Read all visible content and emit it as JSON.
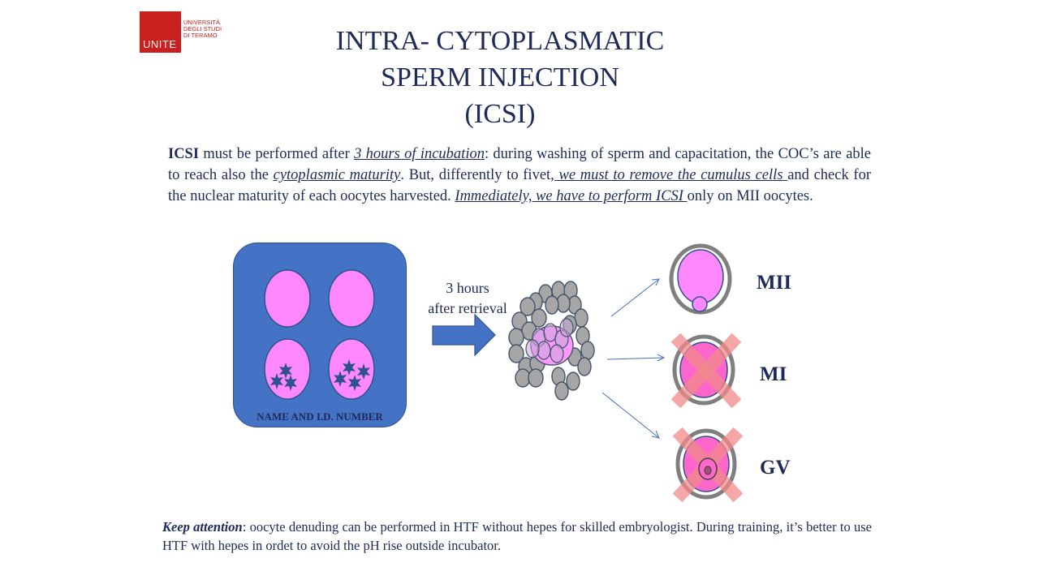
{
  "logo": {
    "short": "UNITE",
    "lines": [
      "UNIVERSITÀ",
      "DEGLI STUDI",
      "DI TERAMO"
    ]
  },
  "title": {
    "line1": "INTRA- CYTOPLASMATIC",
    "line2": "SPERM INJECTION",
    "line3": "(ICSI)"
  },
  "paragraph": {
    "s1": "ICSI",
    "s2": " must be performed after ",
    "s3": "3 hours of incubation",
    "s4": ": during washing of sperm and capacitation, the COC’s are able to reach also the ",
    "s5": "cytoplasmic maturity",
    "s6": ". But, differently to fivet",
    "s7": ", we must to remove the cumulus cells ",
    "s8": "and check for the nuclear maturity of each oocytes harvested. ",
    "s9": "Immediately, we have to perform ICSI ",
    "s10": "only on MII oocytes."
  },
  "dish": {
    "label": "NAME AND I.D. NUMBER"
  },
  "arrow": {
    "line1": "3 hours",
    "line2": "after retrieval"
  },
  "stages": {
    "mii": "MII",
    "mi": "MI",
    "gv": "GV"
  },
  "note": {
    "lead": "Keep attention",
    "text": ": oocyte denuding can be performed in HTF without hepes for skilled embryologist. During training, it’s better to use HTF with hepes in ordet to avoid the pH rise outside incubator."
  },
  "colors": {
    "navy": "#1f2a5a",
    "dish_blue": "#4472c4",
    "oocyte_pink": "#ff88ff",
    "cross_red": "#f28a8a",
    "cumulus_grey": "#a6a6a6"
  }
}
